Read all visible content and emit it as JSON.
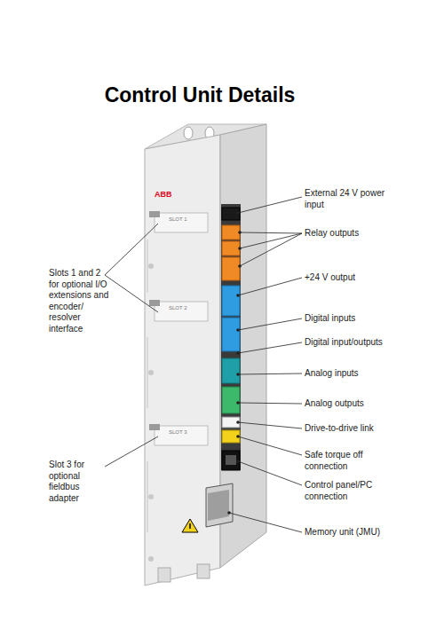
{
  "diagram": {
    "title": "Control Unit Details",
    "labels": [
      "External 24 V power input",
      "Relay outputs",
      "+24 V output",
      "Digital inputs",
      "Digital input/outputs",
      "Analog inputs",
      "Analog outputs",
      "Drive-to-drive link",
      "Safe torque off connection",
      "Control panel/PC connection",
      "Memory unit (JMU)",
      "Slots 1 and 2 for optional I/O extensions and encoder/ resolver interface",
      "Slot 3 for optional fieldbus adapter",
      "ABB",
      "SLOT 1",
      "SLOT 2",
      "SLOT 3"
    ]
  }
}
